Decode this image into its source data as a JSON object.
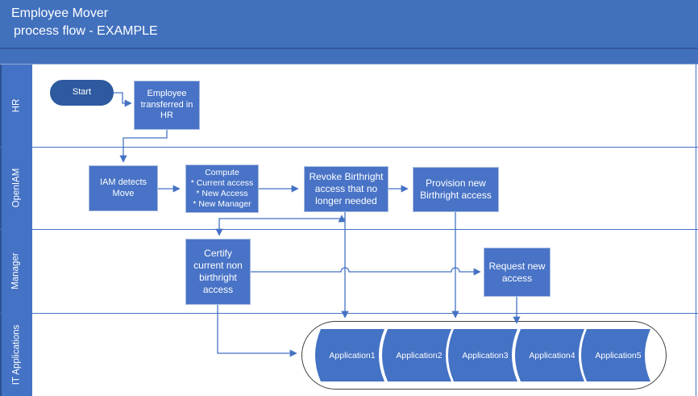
{
  "title": {
    "line1": "Employee Mover",
    "line2": "process flow - EXAMPLE"
  },
  "lanes": [
    {
      "label": "HR"
    },
    {
      "label": "OpenIAM"
    },
    {
      "label": "Manager"
    },
    {
      "label": "IT Applications"
    }
  ],
  "nodes": {
    "start": "Start",
    "employee_transferred": "Employee\ntransferred in\nHR",
    "iam_detects": "IAM detects\nMove",
    "compute": "Compute\n* Current access\n* New Access\n* New Manager",
    "revoke": "Revoke Birthright\naccess that no\nlonger needed",
    "provision": "Provision new\nBirthright access",
    "certify": "Certify\ncurrent non\nbirthright\naccess",
    "request": "Request new\naccess"
  },
  "applications": [
    "Application1",
    "Application2",
    "Application3",
    "Application4",
    "Application5"
  ],
  "colors": {
    "band_blue": "#4170bd",
    "accent_blue": "#4472c4",
    "start_blue": "#2e5aa0",
    "ellipse_border": "#3f3f3f",
    "text_white": "#ffffff"
  }
}
